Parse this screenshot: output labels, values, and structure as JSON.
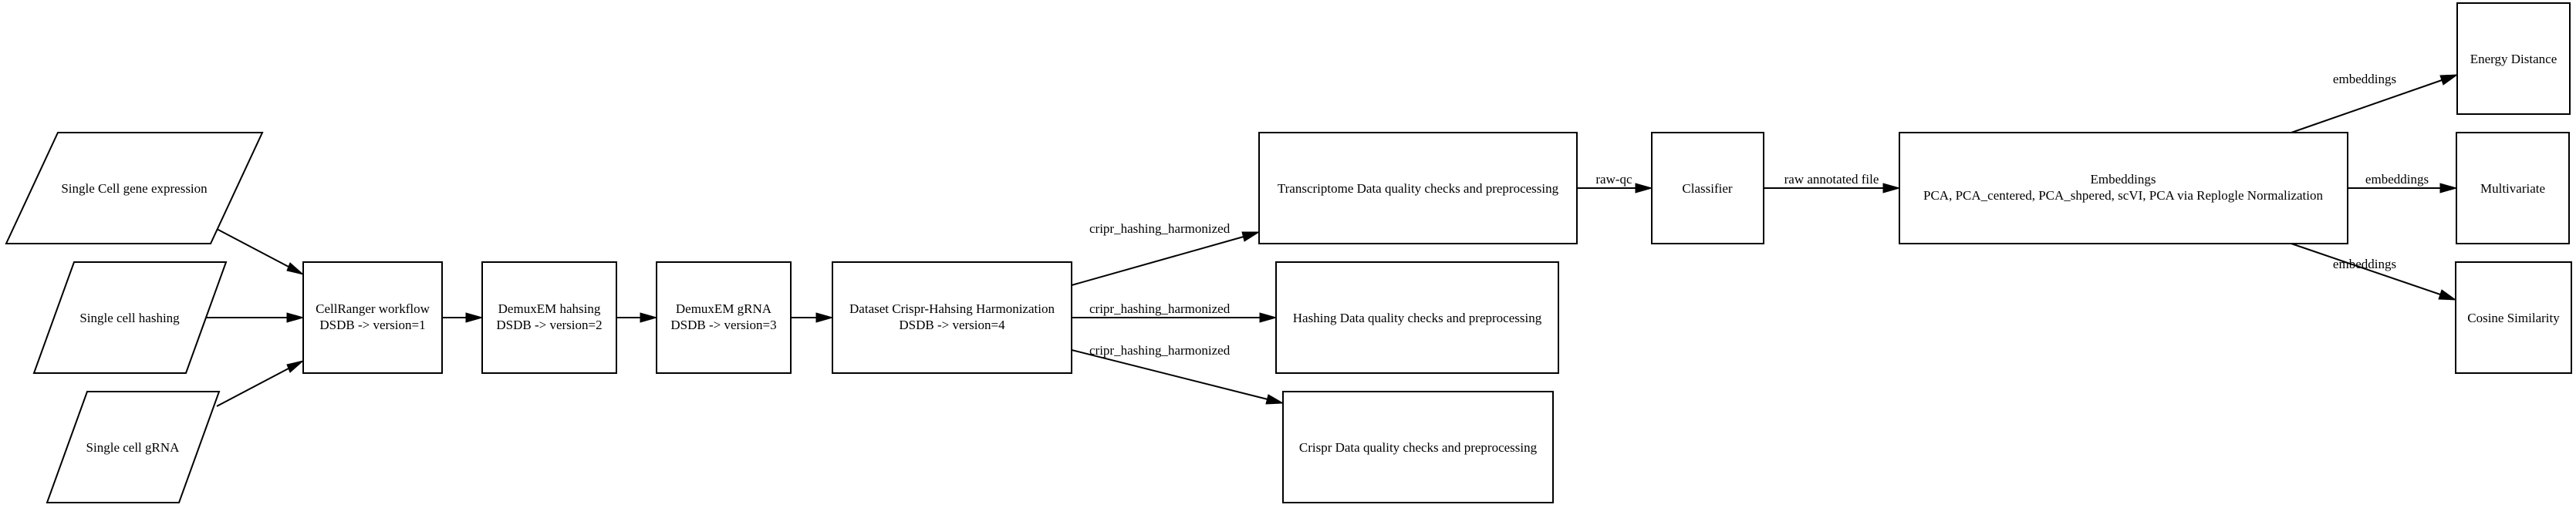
{
  "nodes": {
    "sc_gene_expression": {
      "lines": [
        "Single Cell gene expression"
      ]
    },
    "sc_hashing": {
      "lines": [
        "Single cell hashing"
      ]
    },
    "sc_grna": {
      "lines": [
        "Single cell gRNA"
      ]
    },
    "cellranger": {
      "lines": [
        "CellRanger workflow",
        "DSDB -> version=1"
      ]
    },
    "demuxem_hashing": {
      "lines": [
        "DemuxEM hahsing",
        "DSDB -> version=2"
      ]
    },
    "demuxem_grna": {
      "lines": [
        "DemuxEM gRNA",
        "DSDB -> version=3"
      ]
    },
    "harmonization": {
      "lines": [
        "Dataset Crispr-Hahsing Harmonization",
        "DSDB -> version=4"
      ]
    },
    "transcriptome_qc": {
      "lines": [
        "Transcriptome Data quality checks and preprocessing"
      ]
    },
    "hashing_qc": {
      "lines": [
        "Hashing Data quality checks and preprocessing"
      ]
    },
    "crispr_qc": {
      "lines": [
        "Crispr Data quality checks and preprocessing"
      ]
    },
    "classifier": {
      "lines": [
        "Classifier"
      ]
    },
    "embeddings": {
      "lines": [
        "Embeddings",
        "PCA, PCA_centered, PCA_shpered, scVI, PCA via Replogle Normalization"
      ]
    },
    "energy_distance": {
      "lines": [
        "Energy Distance"
      ]
    },
    "multivariate": {
      "lines": [
        "Multivariate"
      ]
    },
    "cosine_similarity": {
      "lines": [
        "Cosine Similarity"
      ]
    }
  },
  "edges": {
    "harmonization_to_transcriptome": {
      "label": "cripr_hashing_harmonized"
    },
    "harmonization_to_hashing": {
      "label": "cripr_hashing_harmonized"
    },
    "harmonization_to_crispr": {
      "label": "cripr_hashing_harmonized"
    },
    "transcriptome_to_classifier": {
      "label": "raw-qc"
    },
    "classifier_to_embeddings": {
      "label": "raw annotated file"
    },
    "embeddings_to_energy": {
      "label": "embeddings"
    },
    "embeddings_to_multivariate": {
      "label": "embeddings"
    },
    "embeddings_to_cosine": {
      "label": "embeddings"
    }
  }
}
